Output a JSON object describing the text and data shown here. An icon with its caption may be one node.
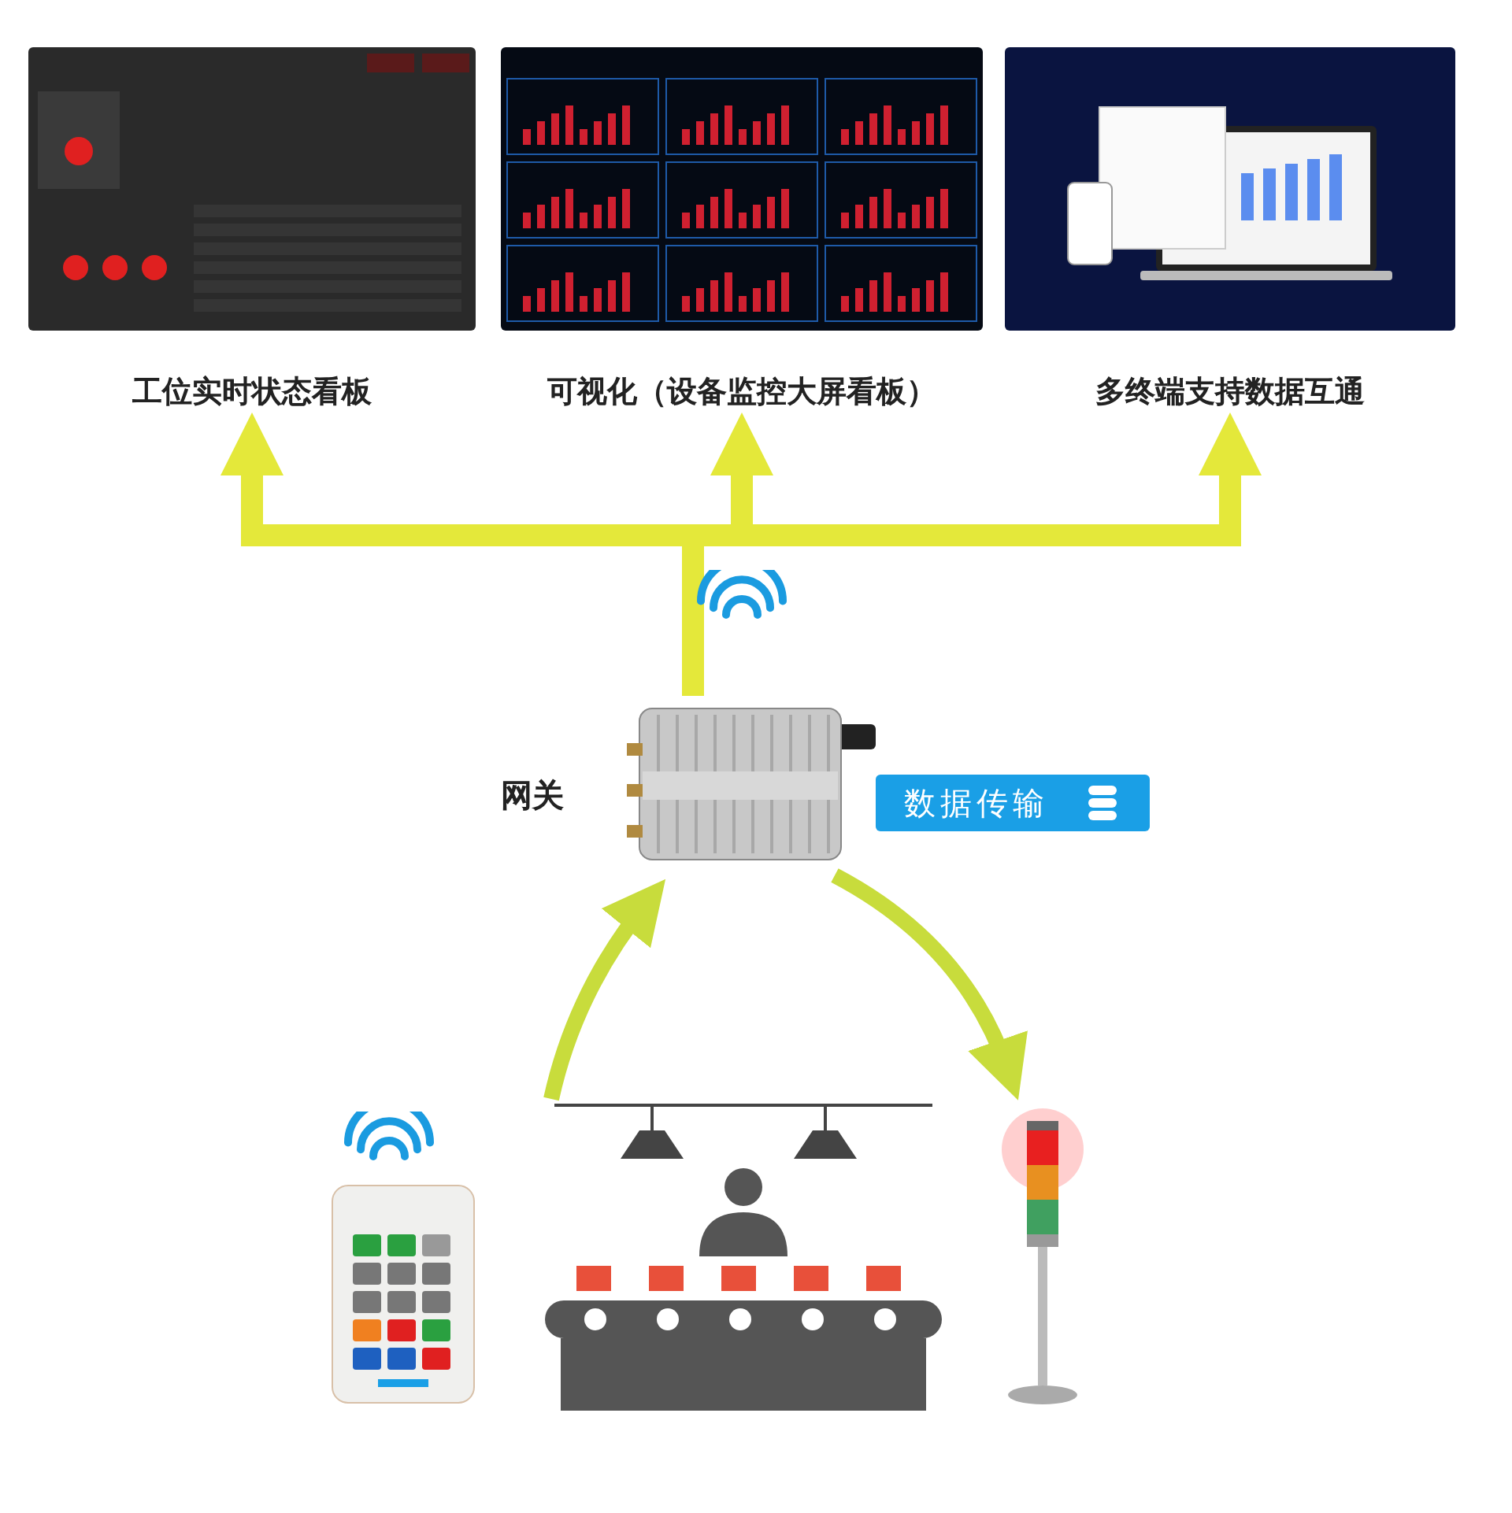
{
  "diagram": {
    "nodes": [
      {
        "text": [
          "工位实时状态看板"
        ]
      },
      {
        "text": [
          "可视化（设备监控大屏看板）"
        ]
      },
      {
        "text": [
          "多终端支持数据互通"
        ]
      },
      {
        "text": [
          "网关"
        ]
      },
      {
        "text": [
          "数据传输"
        ]
      },
      {
        "text": [],
        "shape": "picture"
      },
      {
        "text": [],
        "shape": "picture"
      },
      {
        "text": [],
        "shape": "picture"
      }
    ],
    "edges": [
      {
        "from": 3,
        "to": 0,
        "arrow": "to"
      },
      {
        "from": 3,
        "to": 1,
        "arrow": "to"
      },
      {
        "from": 3,
        "to": 2,
        "arrow": "to"
      },
      {
        "from": 6,
        "to": 3,
        "arrow": "to"
      },
      {
        "from": 3,
        "to": 7,
        "arrow": "to"
      }
    ]
  }
}
